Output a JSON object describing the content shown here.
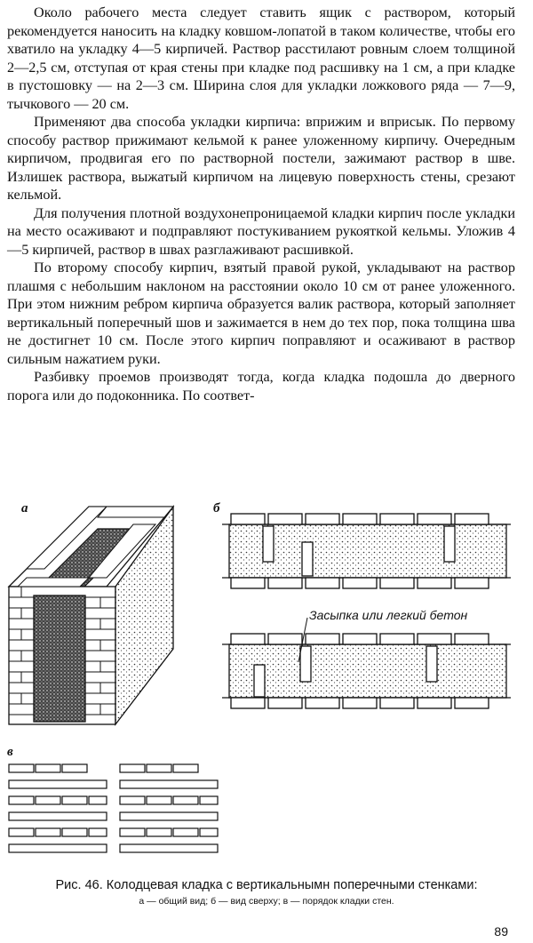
{
  "paragraphs": [
    "Около рабочего места следует ставить ящик с раствором, который рекомендуется наносить на кладку ковшом-лопатой в таком количестве, чтобы его хватило на укладку 4—5 кирпичей. Раствор расстилают ровным слоем толщиной 2—2,5 см, отступая от края стены при кладке под расшивку на 1 см, а при кладке в пустошовку — на 2—3 см. Ширина слоя для укладки ложкового ряда — 7—9, тычкового — 20 см.",
    "Применяют два способа укладки кирпича: вприжим и вприсык. По первому способу раствор прижимают кельмой к ранее уложенному кирпичу. Очередным кирпичом, продвигая его по растворной постели, зажимают раствор в шве. Излишек раствора, выжатый кирпичом на лицевую поверхность стены, срезают кельмой.",
    "Для получения плотной воздухонепроницаемой кладки кирпич после укладки на место осаживают и подправляют постукиванием рукояткой кельмы. Уложив 4—5 кирпичей, раствор в швах разглаживают расшивкой.",
    "По второму способу кирпич, взятый правой рукой, укладывают на раствор плашмя с небольшим наклоном на расстоянии около 10 см от ранее уложенного. При этом нижним ребром кирпича образуется валик раствора, который заполняет вертикальный поперечный шов и зажимается в нем до тех пор, пока толщина шва не достигнет 10 см. После этого кирпич поправляют и осаживают в раствор сильным нажатием руки.",
    "Разбивку проемов производят тогда, когда кладка подошла до дверного порога или до подоконника. По соответ-"
  ],
  "figure": {
    "label_a": "а",
    "label_b": "б",
    "label_v": "в",
    "callout": "Засыпка или легкий бетон"
  },
  "caption": {
    "main": "Рис. 46. Колодцевая кладка с вертикальнымн поперечными стенками:",
    "sub": "а — общий вид; б — вид сверху; в — порядок кладки стен."
  },
  "page_number": "89"
}
